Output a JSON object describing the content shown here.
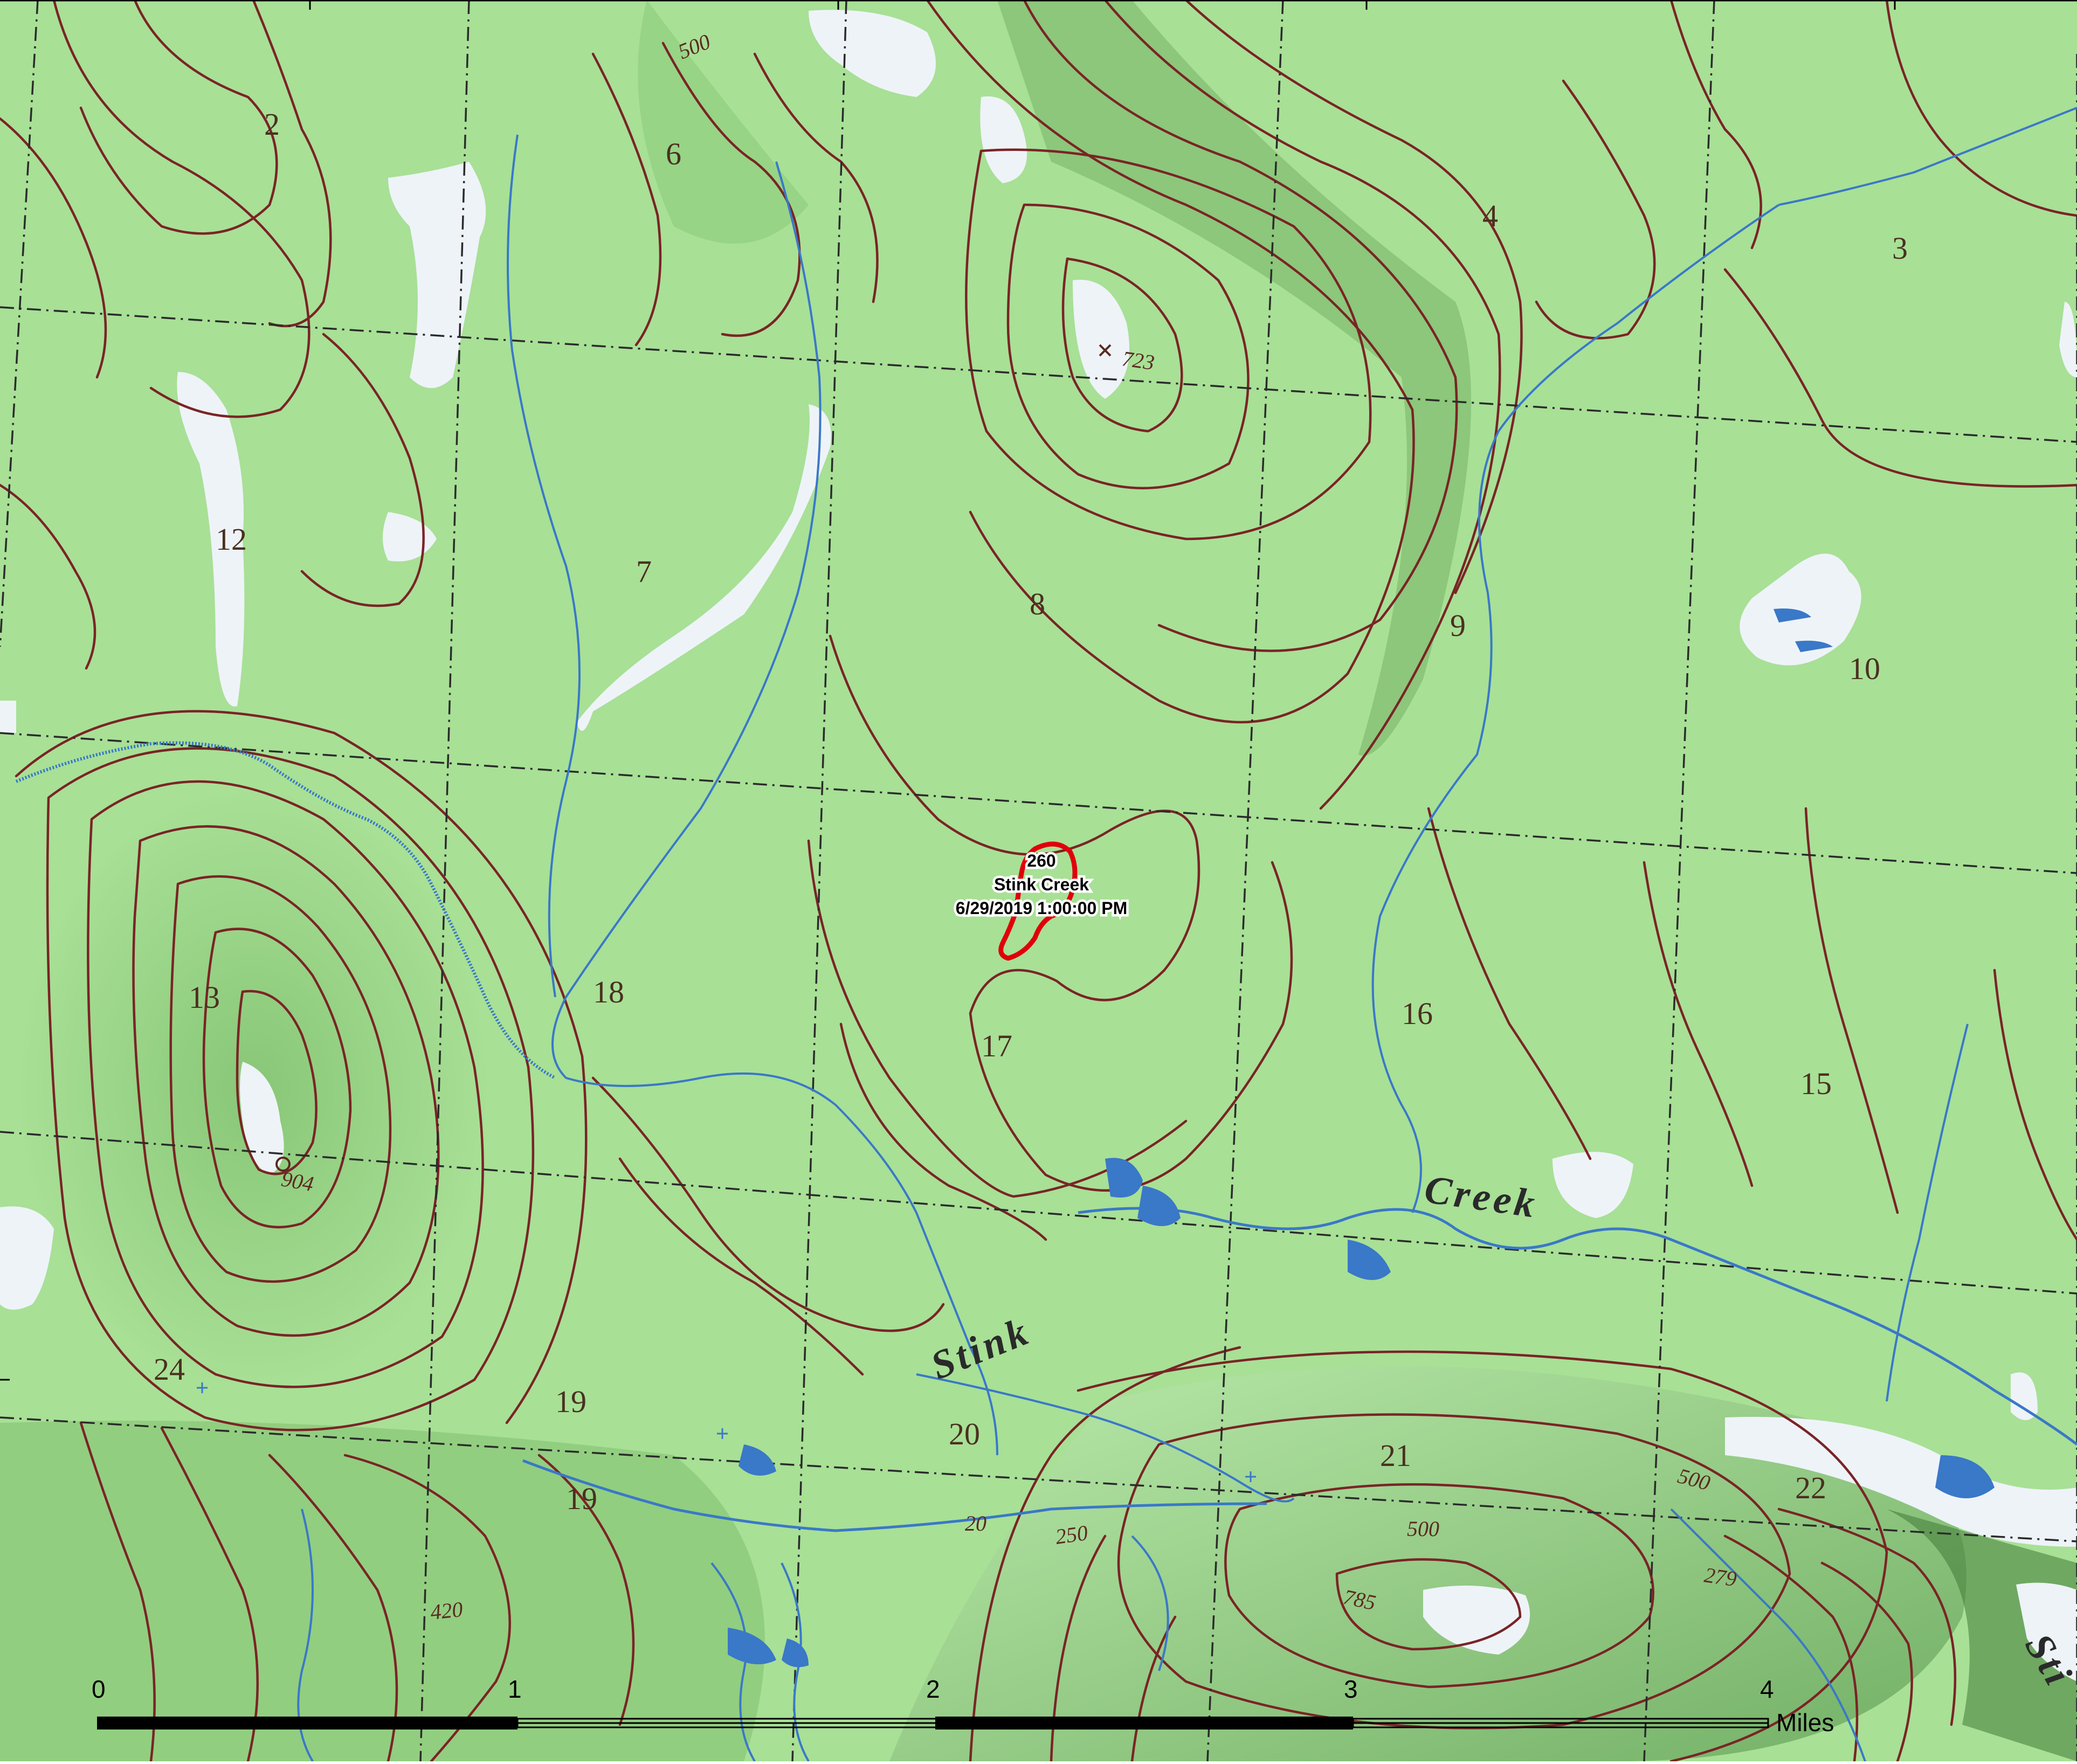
{
  "map": {
    "colors": {
      "land": "#a8e096",
      "land_dark": "#86c875",
      "contour": "#7a2426",
      "water": "#3a78c8",
      "clearing": "#eef3f8",
      "grid": "#2b2b2b",
      "fire_perimeter": "#e0000a"
    },
    "section_numbers": [
      "2",
      "6",
      "4",
      "3",
      "12",
      "7",
      "8",
      "9",
      "10",
      "13",
      "18",
      "17",
      "16",
      "15",
      "24",
      "19",
      "20",
      "21",
      "22",
      "19"
    ],
    "elevation_labels": [
      "500",
      "723",
      "904",
      "500",
      "500",
      "250",
      "420",
      "785",
      "279",
      "20"
    ],
    "creek_labels": [
      "Stink",
      "Creek",
      "Sti"
    ],
    "fire": {
      "id": "260",
      "name": "Stink Creek",
      "datetime": "6/29/2019 1:00:00 PM"
    },
    "scale_bar": {
      "ticks": [
        "0",
        "1",
        "2",
        "3",
        "4"
      ],
      "unit": "Miles"
    }
  }
}
